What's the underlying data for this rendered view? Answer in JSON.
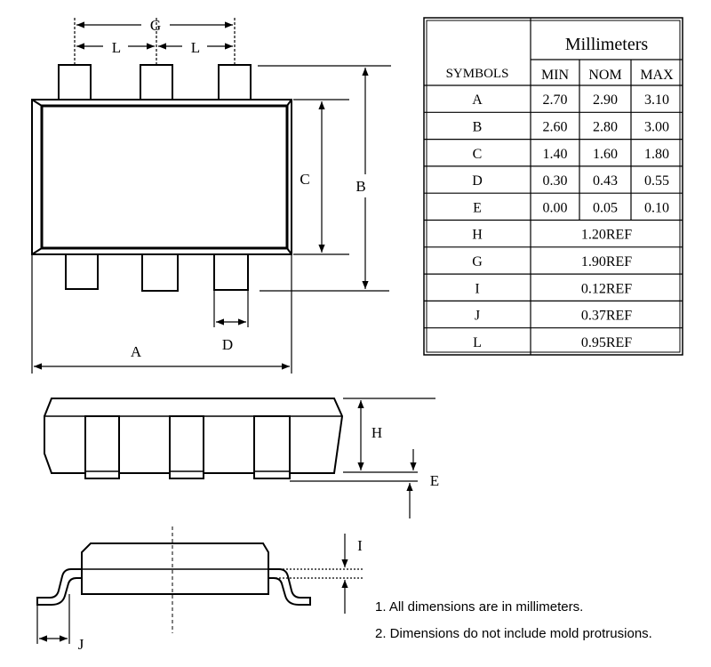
{
  "dimension_labels": {
    "G": "G",
    "L_left": "L",
    "L_right": "L",
    "C": "C",
    "B": "B",
    "A": "A",
    "D": "D",
    "H": "H",
    "E": "E",
    "I": "I",
    "J": "J"
  },
  "table": {
    "group_header": "Millimeters",
    "symbols_header": "SYMBOLS",
    "col_headers": [
      "MIN",
      "NOM",
      "MAX"
    ],
    "rows": [
      {
        "symbol": "A",
        "min": "2.70",
        "nom": "2.90",
        "max": "3.10"
      },
      {
        "symbol": "B",
        "min": "2.60",
        "nom": "2.80",
        "max": "3.00"
      },
      {
        "symbol": "C",
        "min": "1.40",
        "nom": "1.60",
        "max": "1.80"
      },
      {
        "symbol": "D",
        "min": "0.30",
        "nom": "0.43",
        "max": "0.55"
      },
      {
        "symbol": "E",
        "min": "0.00",
        "nom": "0.05",
        "max": "0.10"
      },
      {
        "symbol": "H",
        "ref": "1.20REF"
      },
      {
        "symbol": "G",
        "ref": "1.90REF"
      },
      {
        "symbol": "I",
        "ref": "0.12REF"
      },
      {
        "symbol": "J",
        "ref": "0.37REF"
      },
      {
        "symbol": "L",
        "ref": "0.95REF"
      }
    ]
  },
  "notes": [
    "1. All dimensions are in millimeters.",
    "2. Dimensions do not include mold protrusions."
  ]
}
